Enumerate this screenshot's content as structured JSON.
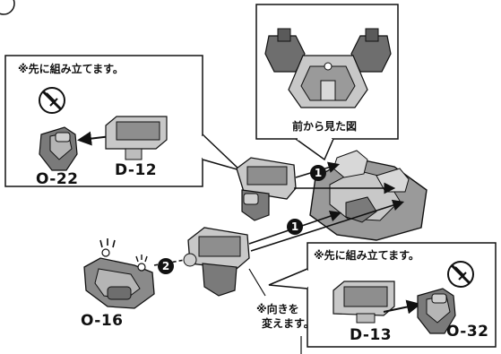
{
  "notes": {
    "pre_assembled_1": "※先に組み立てます。",
    "pre_assembled_2": "※先に組み立てます。",
    "front_view": "前から見た図",
    "orientation_line1": "※向きを",
    "orientation_line2": "変えます。"
  },
  "parts": {
    "o22": "O-22",
    "d12": "D-12",
    "o16": "O-16",
    "d13": "D-13",
    "o32": "O-32"
  },
  "steps": {
    "s1a": "1",
    "s1b": "1",
    "s2": "2"
  },
  "colors": {
    "part_dark": "#6e6e6e",
    "part_mid": "#9a9a9a",
    "part_light": "#c8c8c8",
    "outline": "#111111"
  }
}
